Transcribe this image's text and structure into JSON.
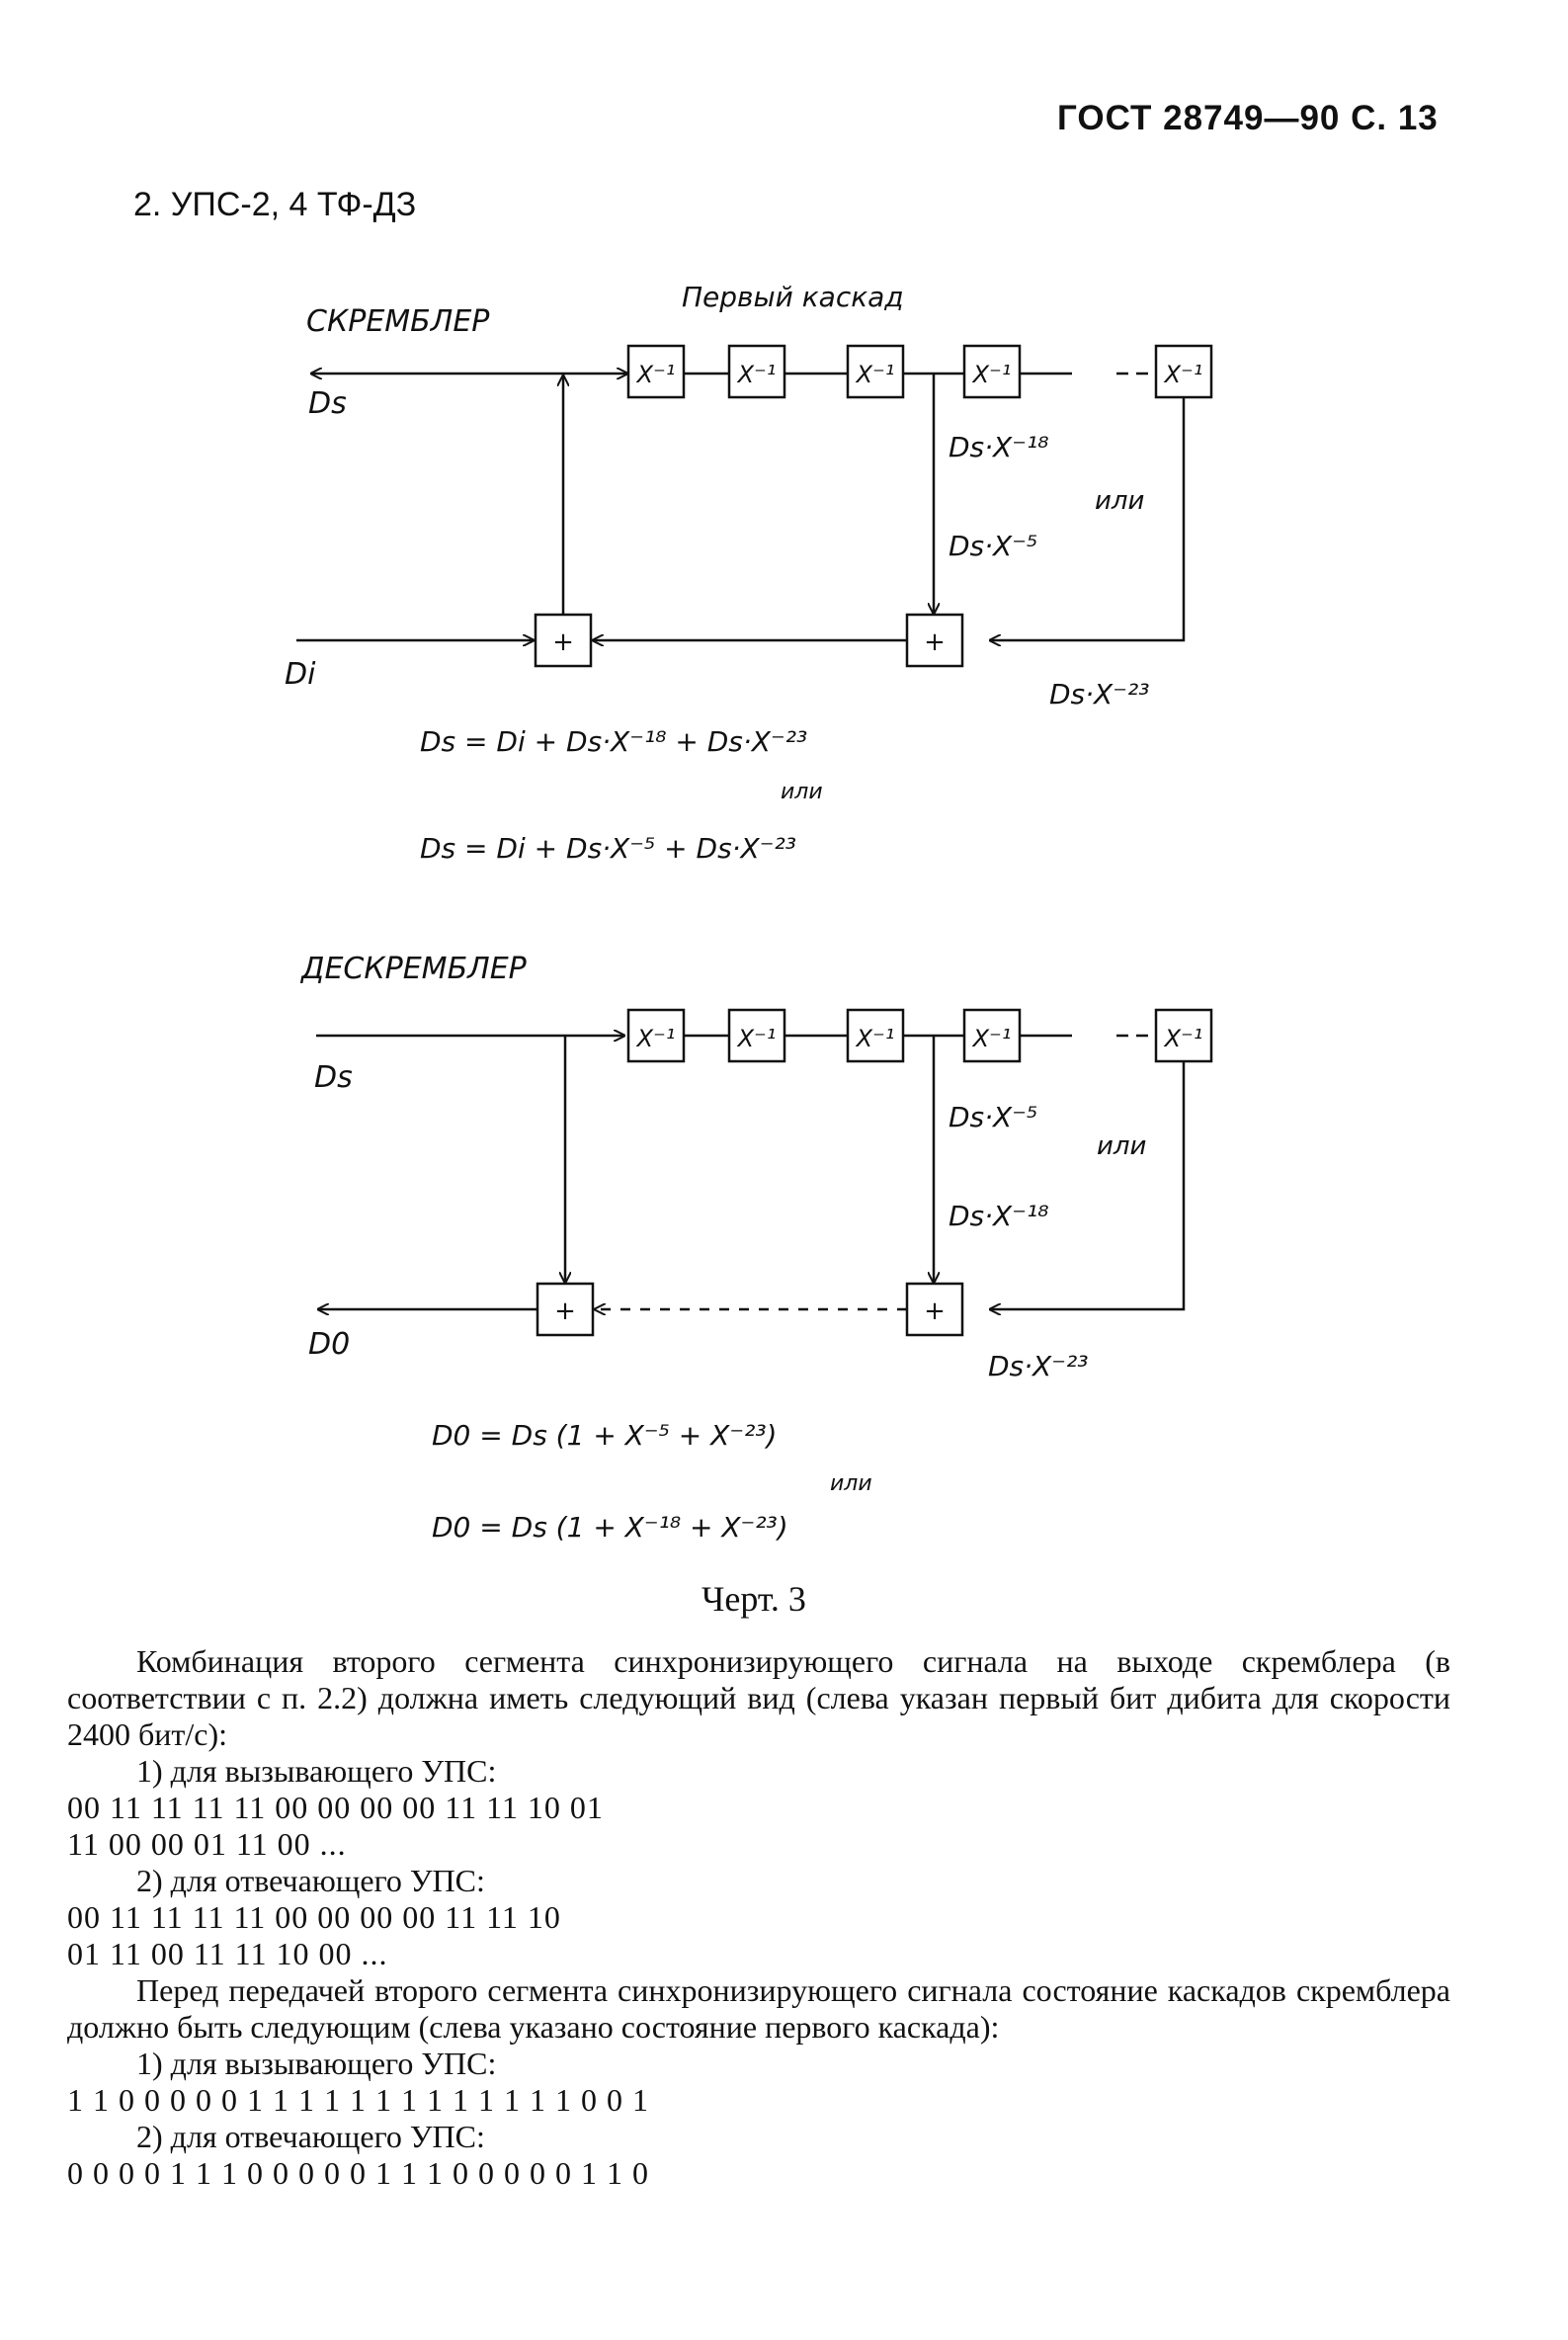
{
  "header": {
    "standard": "ГОСТ 28749—90 С. 13"
  },
  "section": {
    "title": "2. УПС-2, 4 ТФ-ДЗ"
  },
  "scrambler": {
    "title": "СКРЕМБЛЕР",
    "stage_label": "Первый каскад",
    "input_label": "Di",
    "output_label": "Ds",
    "delay_label": "X⁻¹",
    "sum_label": "+",
    "tap1_label": "Ds·X⁻¹⁸",
    "tap2_label": "Ds·X⁻⁵",
    "or_label": "или",
    "tap3_label": "Ds·X⁻²³",
    "formula1": "Ds = Di + Ds·X⁻¹⁸ + Ds·X⁻²³",
    "formula_or": "или",
    "formula2": "Ds = Di + Ds·X⁻⁵ + Ds·X⁻²³"
  },
  "descrambler": {
    "title": "ДЕСКРЕМБЛЕР",
    "input_label": "Ds",
    "output_label": "D0",
    "delay_label": "X⁻¹",
    "sum_label": "+",
    "tap1_label": "Ds·X⁻⁵",
    "tap2_label": "Ds·X⁻¹⁸",
    "or_label": "или",
    "tap3_label": "Ds·X⁻²³",
    "formula1": "D0 = Ds (1 + X⁻⁵ + X⁻²³)",
    "formula_or": "или",
    "formula2": "D0 = Ds (1 + X⁻¹⁸ + X⁻²³)"
  },
  "caption": "Черт. 3",
  "body": {
    "para1": "Комбинация второго сегмента синхронизирующего сигнала на выходе скремблера (в соответствии с п. 2.2) должна иметь следующий вид (слева указан первый бит дибита для скорости 2400 бит/с):",
    "item1_label": "1) для вызывающего УПС:",
    "item1_line1": "00 11 11 11 11 00 00 00 00 11 11 10 01",
    "item1_line2": "11 00 00 01 11 00 ...",
    "item2_label": "2) для отвечающего УПС:",
    "item2_line1": "00 11 11 11 11 00 00 00 00 11 11 10",
    "item2_line2": "01 11 00 11 11 10 00 ...",
    "para2": "Перед передачей второго сегмента синхронизирующего сигнала состояние каскадов скремблера должно быть следующим (слева указано состояние первого каскада):",
    "item3_label": "1) для вызывающего УПС:",
    "item3_line": "1 1 0 0 0 0 0 1 1 1 1 1 1 1 1 1 1 1 1 1 0 0 1",
    "item4_label": "2) для отвечающего УПС:",
    "item4_line": "0 0 0 0 1 1 1 0 0 0 0 0 1 1 1 0 0 0 0 0 1 1 0"
  }
}
